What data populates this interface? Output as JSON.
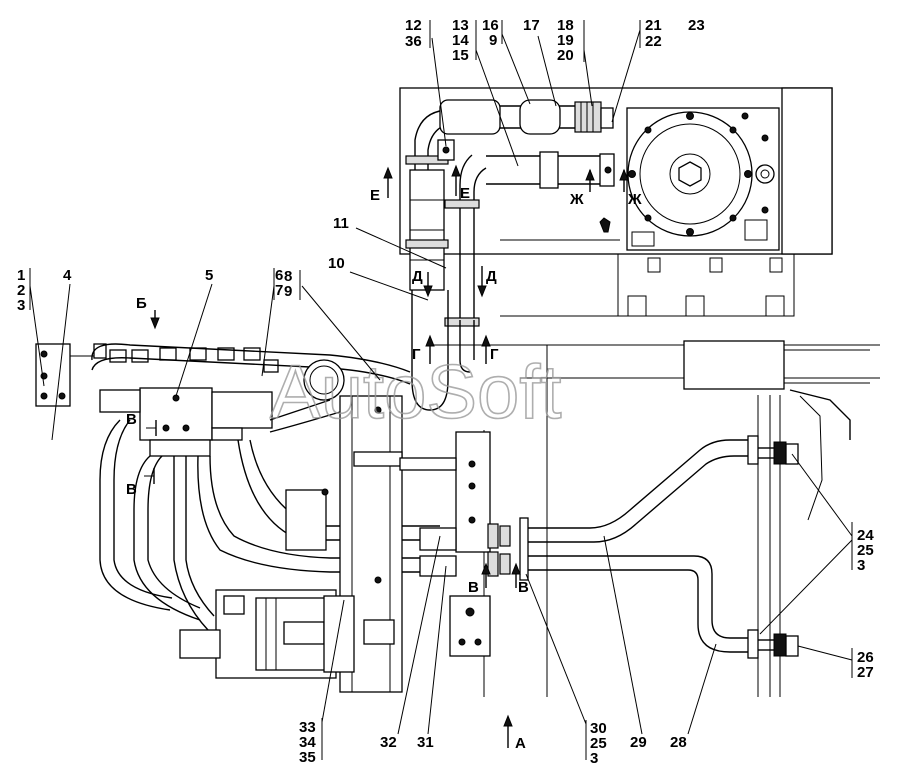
{
  "watermark": "AutoSoft",
  "callouts": {
    "c1": "1",
    "c2": "2",
    "c3": "3",
    "c4": "4",
    "c5": "5",
    "c6": "6",
    "c7": "7",
    "c8": "8",
    "c9": "9",
    "c10": "10",
    "c11": "11",
    "c12": "12",
    "c36": "36",
    "c13": "13",
    "c14": "14",
    "c15": "15",
    "c16": "16",
    "c9b": "9",
    "c17": "17",
    "c18": "18",
    "c19": "19",
    "c20": "20",
    "c21": "21",
    "c22": "22",
    "c23": "23",
    "c24": "24",
    "c25": "25",
    "c3b": "3",
    "c26": "26",
    "c27": "27",
    "c28": "28",
    "c29": "29",
    "c30": "30",
    "c25b": "25",
    "c3c": "3",
    "c31": "31",
    "c32": "32",
    "c33": "33",
    "c34": "34",
    "c35": "35"
  },
  "sections": {
    "A": "А",
    "B": "Б",
    "V": "В",
    "G": "Г",
    "D": "Д",
    "E": "Е",
    "Zh": "Ж"
  }
}
